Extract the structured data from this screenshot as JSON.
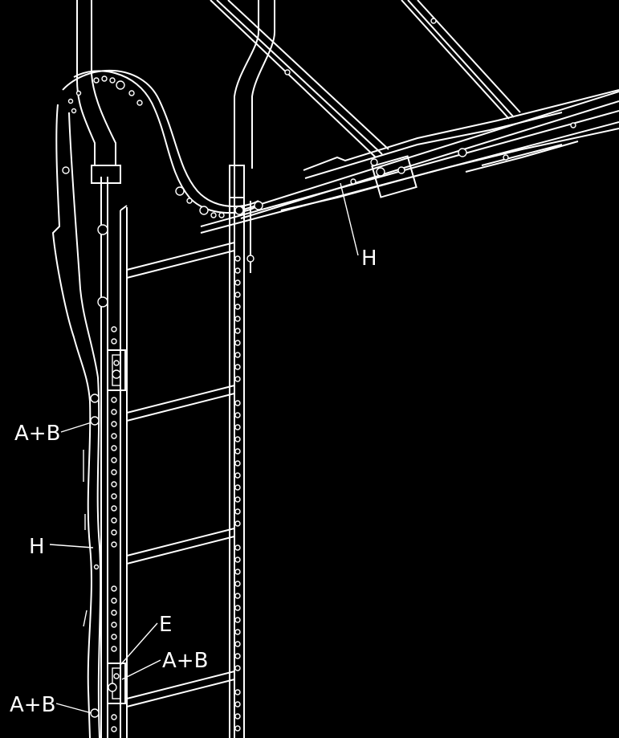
{
  "colors": {
    "background": "#000000",
    "line": "#ffffff"
  },
  "callouts": {
    "h_top": "H",
    "ab_left_upper": "A+B",
    "h_left": "H",
    "e": "E",
    "ab_right_lower": "A+B",
    "ab_left_lower": "A+B"
  }
}
